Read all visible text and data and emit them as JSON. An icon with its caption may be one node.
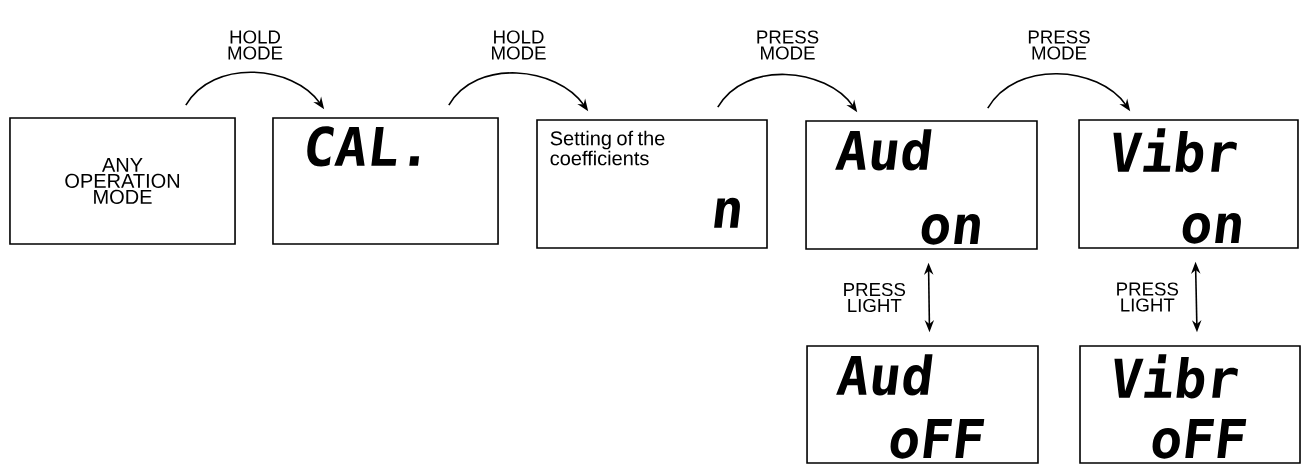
{
  "diagram": {
    "nodes": [
      {
        "text": [
          "ANY OPERATION MODE"
        ]
      },
      {
        "text": [
          "CAL."
        ]
      },
      {
        "text": [
          "Setting of the coefficients",
          "n"
        ]
      },
      {
        "text": [
          "Aud",
          "on"
        ]
      },
      {
        "text": [
          "Vibr",
          "on"
        ]
      },
      {
        "text": [
          "Aud",
          "oFF"
        ]
      },
      {
        "text": [
          "Vibr",
          "oFF"
        ]
      }
    ],
    "edges": [
      {
        "from": 0,
        "to": 1,
        "arrow": "to",
        "label": "HOLD MODE"
      },
      {
        "from": 1,
        "to": 2,
        "arrow": "to",
        "label": "HOLD MODE"
      },
      {
        "from": 2,
        "to": 3,
        "arrow": "to",
        "label": "PRESS MODE"
      },
      {
        "from": 3,
        "to": 4,
        "arrow": "to",
        "label": "PRESS MODE"
      },
      {
        "from": 3,
        "to": 5,
        "arrow": "both",
        "label": "PRESS LIGHT"
      },
      {
        "from": 4,
        "to": 6,
        "arrow": "both",
        "label": "PRESS LIGHT"
      }
    ]
  }
}
